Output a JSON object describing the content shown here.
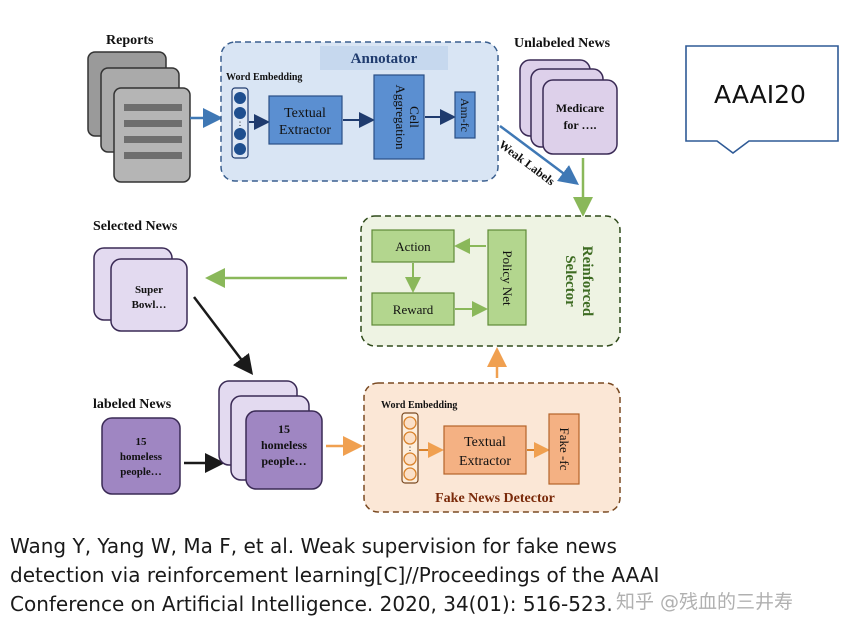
{
  "callout": {
    "label": "AAAI20"
  },
  "annotator": {
    "title": "Annotator",
    "word_embedding": "Word Embedding",
    "textual_extractor": [
      "Textual",
      "Extractor"
    ],
    "aggregation_cell": [
      "Aggregation",
      "Cell"
    ],
    "ann_fc": "Ann-fc"
  },
  "reports": {
    "label": "Reports"
  },
  "unlabeled_news": {
    "label": "Unlabeled News",
    "doc_text": [
      "Medicare",
      "for …."
    ]
  },
  "weak_labels": {
    "label": "Weak Labels"
  },
  "selector": {
    "title": [
      "Reinforced",
      "Selector"
    ],
    "action": "Action",
    "reward": "Reward",
    "policy_net": "Policy Net"
  },
  "selected_news": {
    "label": "Selected News",
    "doc_text": [
      "Super",
      "Bowl…"
    ]
  },
  "labeled_news": {
    "label": "labeled News",
    "doc_text": [
      "15",
      "homeless",
      "people…"
    ]
  },
  "merged_news": {
    "doc_text": [
      "15",
      "homeless",
      "people…"
    ]
  },
  "detector": {
    "title": "Fake News Detector",
    "word_embedding": "Word Embedding",
    "textual_extractor": [
      "Textual",
      "Extractor"
    ],
    "fake_fc": "Fake -fc"
  },
  "caption": {
    "lines": [
      "Wang Y, Yang W, Ma F, et al. Weak supervision for fake news",
      "detection via reinforcement learning[C]//Proceedings of the AAAI",
      "Conference on Artificial Intelligence. 2020, 34(01): 516-523."
    ]
  },
  "watermark": {
    "text": "知乎 @残血的三井寿"
  },
  "colors": {
    "blue": "#3f78b5",
    "green": "#8ab85a",
    "orange": "#f0a050",
    "purple_doc": "#ddd0ea",
    "purple_dark": "#9f86c2"
  }
}
